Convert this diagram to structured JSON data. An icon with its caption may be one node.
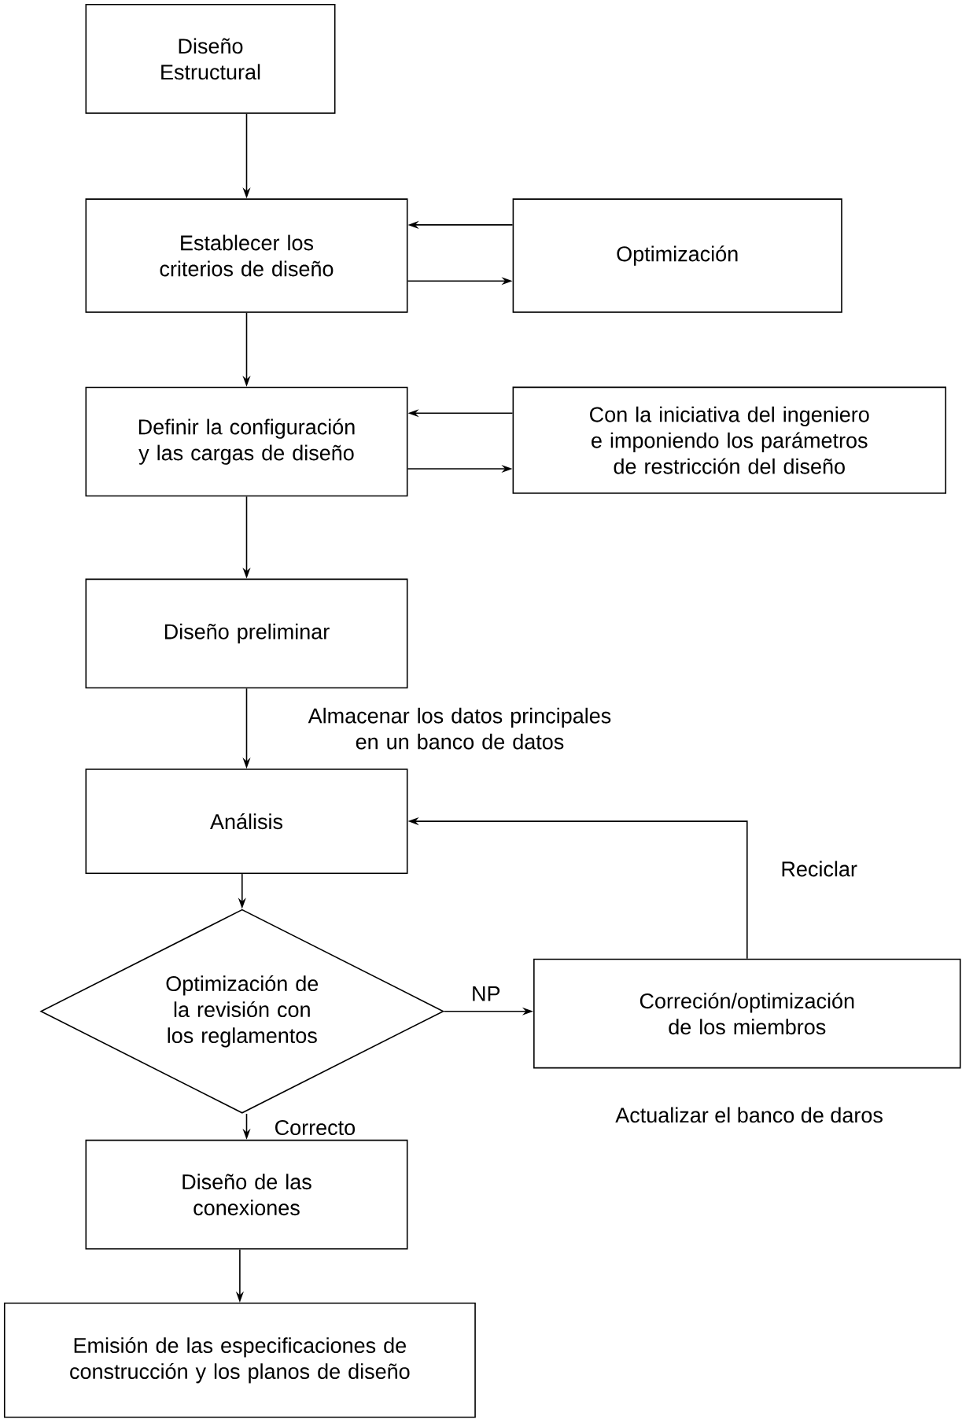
{
  "diagram": {
    "nodes": [
      {
        "text": [
          "Diseño Estructural"
        ]
      },
      {
        "text": [
          "Establecer los criterios de diseño"
        ]
      },
      {
        "text": [
          "Optimización"
        ]
      },
      {
        "text": [
          "Definir la configuración y las cargas de diseño"
        ]
      },
      {
        "text": [
          "Con la iniciativa del ingeniero e imponiendo los parámetros de restricción del diseño"
        ]
      },
      {
        "text": [
          "Diseño preliminar"
        ]
      },
      {
        "text": [
          "Análisis"
        ]
      },
      {
        "text": [
          "Optimización de la revisión con los reglamentos"
        ]
      },
      {
        "text": [
          "Correción/optimización de los miembros"
        ]
      },
      {
        "text": [
          "Diseño de las conexiones"
        ]
      },
      {
        "text": [
          "Emisión de las especificaciones de construcción y los planos de diseño"
        ]
      }
    ],
    "edges": [
      {
        "from": 0,
        "to": 1,
        "arrow": "to"
      },
      {
        "from": 2,
        "to": 1,
        "arrow": "to"
      },
      {
        "from": 1,
        "to": 2,
        "arrow": "to"
      },
      {
        "from": 1,
        "to": 3,
        "arrow": "to"
      },
      {
        "from": 4,
        "to": 3,
        "arrow": "to"
      },
      {
        "from": 3,
        "to": 4,
        "arrow": "to"
      },
      {
        "from": 3,
        "to": 5,
        "arrow": "to"
      },
      {
        "from": 5,
        "to": 6,
        "label": "Almacenar los datos principales en un banco de datos",
        "arrow": "to"
      },
      {
        "from": 6,
        "to": 7,
        "arrow": "to"
      },
      {
        "from": 7,
        "to": 8,
        "label": "NP",
        "arrow": "to"
      },
      {
        "from": 8,
        "to": 6,
        "label": "Reciclar",
        "arrow": "to"
      },
      {
        "from": 7,
        "to": 9,
        "label": "Correcto",
        "arrow": "to"
      },
      {
        "from": 9,
        "to": 10,
        "arrow": "to"
      }
    ],
    "labels": [
      "Actualizar el banco de daros"
    ]
  }
}
